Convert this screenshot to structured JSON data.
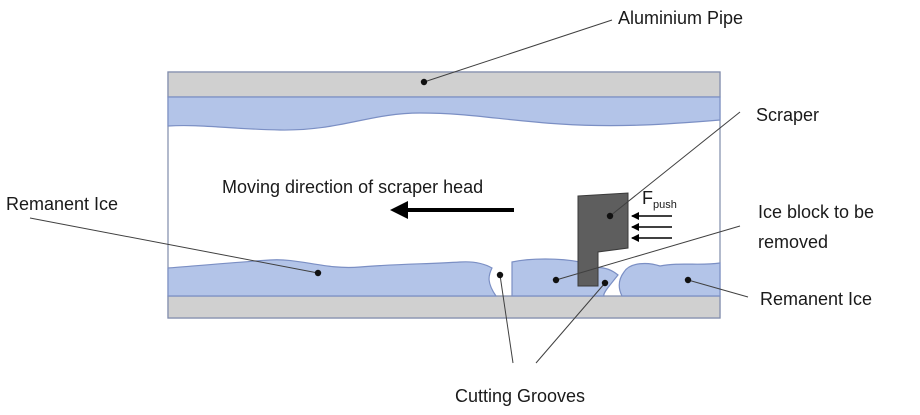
{
  "labels": {
    "aluminium_pipe": "Aluminium Pipe",
    "scraper": "Scraper",
    "moving_direction": "Moving direction of scraper head",
    "force_main": "F",
    "force_sub": "push",
    "remanent_ice_left": "Remanent Ice",
    "ice_block_line1": "Ice block to be",
    "ice_block_line2": "removed",
    "remanent_ice_right": "Remanent Ice",
    "cutting_grooves": "Cutting Grooves"
  },
  "colors": {
    "pipe_wall": "#d0d0d0",
    "pipe_outline": "#7f8bab",
    "ice_fill": "#b3c4e8",
    "ice_outline": "#7b8fc4",
    "scraper": "#5e5e5e",
    "arrow": "#000000"
  }
}
